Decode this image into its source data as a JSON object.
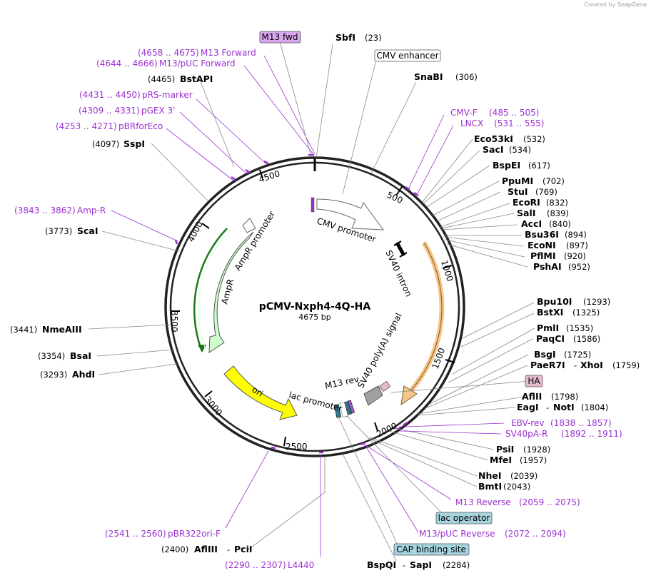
{
  "credit": {
    "prefix": "Created by",
    "brand": "SnapGene"
  },
  "plasmid": {
    "name": "pCMV-Nxph4-4Q-HA",
    "size": "4675 bp"
  },
  "ticks": [
    {
      "label": "500"
    },
    {
      "label": "1000"
    },
    {
      "label": "1500"
    },
    {
      "label": "2000"
    },
    {
      "label": "2500"
    },
    {
      "label": "3000"
    },
    {
      "label": "3500"
    },
    {
      "label": "4000"
    },
    {
      "label": "4500"
    }
  ],
  "features": [
    {
      "label": "CMV promoter"
    },
    {
      "label": "SV40 intron"
    },
    {
      "label": "SV40 poly(A) signal"
    },
    {
      "label": "M13 rev"
    },
    {
      "label": "lac promoter"
    },
    {
      "label": "ori"
    },
    {
      "label": "AmpR"
    },
    {
      "label": "AmpR promoter"
    }
  ],
  "right_sites": [
    {
      "name": "SbfI",
      "pos": "(23)"
    },
    {
      "name": "SnaBI",
      "pos": "(306)"
    },
    {
      "name": "Eco53kI",
      "pos": "(532)"
    },
    {
      "name": "SacI",
      "pos": "(534)"
    },
    {
      "name": "BspEI",
      "pos": "(617)"
    },
    {
      "name": "PpuMI",
      "pos": "(702)"
    },
    {
      "name": "StuI",
      "pos": "(769)"
    },
    {
      "name": "EcoRI",
      "pos": "(832)"
    },
    {
      "name": "SalI",
      "pos": "(839)"
    },
    {
      "name": "AccI",
      "pos": "(840)"
    },
    {
      "name": "Bsu36I",
      "pos": "(894)"
    },
    {
      "name": "EcoNI",
      "pos": "(897)"
    },
    {
      "name": "PflMI",
      "pos": "(920)"
    },
    {
      "name": "PshAI",
      "pos": "(952)"
    },
    {
      "name": "Bpu10I",
      "pos": "(1293)"
    },
    {
      "name": "BstXI",
      "pos": "(1325)"
    },
    {
      "name": "PmlI",
      "pos": "(1535)"
    },
    {
      "name": "PaqCI",
      "pos": "(1586)"
    },
    {
      "name": "BsgI",
      "pos": "(1725)"
    },
    {
      "name": "PaeR7I",
      "name2": "XhoI",
      "pos": "(1759)"
    },
    {
      "name": "AflII",
      "pos": "(1798)"
    },
    {
      "name": "EagI",
      "name2": "NotI",
      "pos": "(1804)"
    },
    {
      "name": "PsiI",
      "pos": "(1928)"
    },
    {
      "name": "MfeI",
      "pos": "(1957)"
    },
    {
      "name": "NheI",
      "pos": "(2039)"
    },
    {
      "name": "BmtI",
      "pos": "(2043)"
    },
    {
      "name": "BspQI",
      "name2": "SapI",
      "pos": "(2284)"
    },
    {
      "name": "AflIII",
      "name2": "PciI",
      "pos": "(2400)"
    }
  ],
  "left_sites": [
    {
      "name": "BstAPI",
      "pos": "(4465)"
    },
    {
      "name": "SspI",
      "pos": "(4097)"
    },
    {
      "name": "ScaI",
      "pos": "(3773)"
    },
    {
      "name": "NmeAIII",
      "pos": "(3441)"
    },
    {
      "name": "BsaI",
      "pos": "(3354)"
    },
    {
      "name": "AhdI",
      "pos": "(3293)"
    }
  ],
  "primers": [
    {
      "name": "M13 Forward",
      "range": "(4658 .. 4675)"
    },
    {
      "name": "M13/pUC Forward",
      "range": "(4644 .. 4666)"
    },
    {
      "name": "pRS-marker",
      "range": "(4431 .. 4450)"
    },
    {
      "name": "pGEX 3'",
      "range": "(4309 .. 4331)"
    },
    {
      "name": "pBRforEco",
      "range": "(4253 .. 4271)"
    },
    {
      "name": "Amp-R",
      "range": "(3843 .. 3862)"
    },
    {
      "name": "CMV-F",
      "range": "(485 .. 505)"
    },
    {
      "name": "LNCX",
      "range": "(531 .. 555)"
    },
    {
      "name": "EBV-rev",
      "range": "(1838 .. 1857)"
    },
    {
      "name": "SV40pA-R",
      "range": "(1892 .. 1911)"
    },
    {
      "name": "M13 Reverse",
      "range": "(2059 .. 2075)"
    },
    {
      "name": "M13/pUC Reverse",
      "range": "(2072 .. 2094)"
    },
    {
      "name": "pBR322ori-F",
      "range": "(2541 .. 2560)"
    },
    {
      "name": "L4440",
      "range": "(2290 .. 2307)"
    }
  ],
  "boxes": [
    {
      "label": "M13 fwd",
      "color": "#d9a6f0"
    },
    {
      "label": "CMV enhancer",
      "color": "#ffffff"
    },
    {
      "label": "HA",
      "color": "#e7b9cc"
    },
    {
      "label": "lac operator",
      "color": "#a6d4de"
    },
    {
      "label": "CAP binding site",
      "color": "#a6d4de"
    }
  ],
  "colors": {
    "primer": "#9b30d0",
    "ring": "#222222",
    "cmv_promoter": "#ffffff",
    "sv40_polyA": "#a0a0a0",
    "cds": "#f7c68a",
    "ori": "#ffff00",
    "ampR": "#ccffcc",
    "ampR_promoter": "#ffffff",
    "lac_promoter": "#ffffff",
    "m13_rev": "#a058d0"
  }
}
